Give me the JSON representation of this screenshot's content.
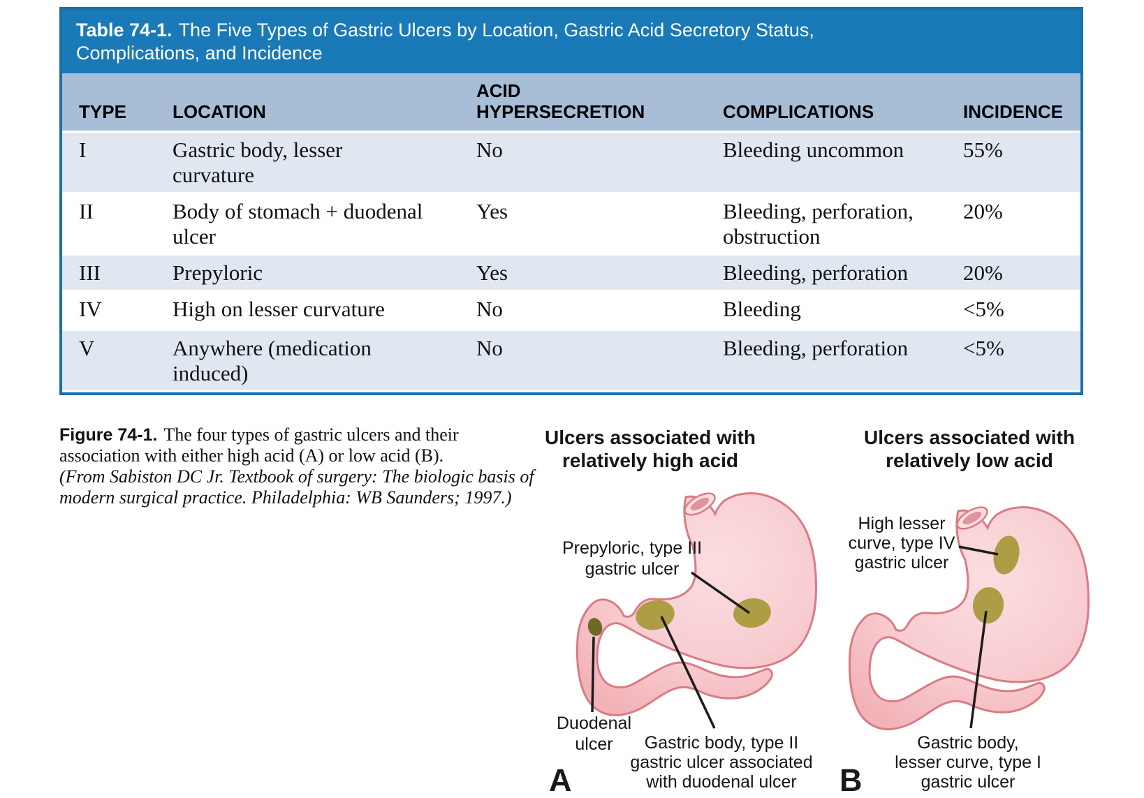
{
  "colors": {
    "table_header_bg": "#1a79b7",
    "column_header_bg": "#a8bdd6",
    "row_alt_bg": "#e0e7f1",
    "table_border": "#1a6fad",
    "stomach_fill": "#f5c0c4",
    "stomach_highlight": "#fbdde0",
    "stomach_outline": "#d97c85",
    "ulcer_fill": "#ad9d45",
    "duodenal_ulcer_fill": "#6f682a"
  },
  "table": {
    "title_label": "Table 74-1.",
    "title_rest": "The Five Types of Gastric Ulcers by Location, Gastric Acid Secretory Status,\nComplications, and Incidence",
    "columns": {
      "type": "TYPE",
      "location": "LOCATION",
      "acid": "ACID\nHYPERSECRETION",
      "complications": "COMPLICATIONS",
      "incidence": "INCIDENCE"
    },
    "rows": [
      {
        "type": "I",
        "location": "Gastric body, lesser\ncurvature",
        "acid": "No",
        "complications": "Bleeding uncommon",
        "incidence": "55%"
      },
      {
        "type": "II",
        "location": "Body of stomach + duodenal\nulcer",
        "acid": "Yes",
        "complications": "Bleeding, perforation,\nobstruction",
        "incidence": "20%"
      },
      {
        "type": "III",
        "location": "Prepyloric",
        "acid": "Yes",
        "complications": "Bleeding, perforation",
        "incidence": "20%"
      },
      {
        "type": "IV",
        "location": "High on lesser curvature",
        "acid": "No",
        "complications": "Bleeding",
        "incidence": "<5%"
      },
      {
        "type": "V",
        "location": "Anywhere (medication\ninduced)",
        "acid": "No",
        "complications": "Bleeding, perforation",
        "incidence": "<5%"
      }
    ]
  },
  "figure": {
    "caption": {
      "label": "Figure 74-1.",
      "text_line1": "The four types of gastric ulcers and their",
      "text_line2": "association with either high acid (A) or low acid (B).",
      "source_line1": "(From Sabiston DC Jr. Textbook of surgery: The biologic basis of",
      "source_line2": "modern surgical practice. Philadelphia: WB Saunders; 1997.)"
    },
    "panel_a": {
      "heading": "Ulcers associated with\nrelatively high acid",
      "letter": "A",
      "label_prepyloric": "Prepyloric, type III\ngastric ulcer",
      "label_duodenal": "Duodenal\nulcer",
      "label_gastric_body": "Gastric body, type II\ngastric ulcer associated\nwith duodenal ulcer"
    },
    "panel_b": {
      "heading": "Ulcers associated with\nrelatively low acid",
      "letter": "B",
      "label_high_lesser": "High lesser\ncurve, type IV\ngastric ulcer",
      "label_gastric_body": "Gastric body,\nlesser curve, type I\ngastric ulcer"
    }
  }
}
